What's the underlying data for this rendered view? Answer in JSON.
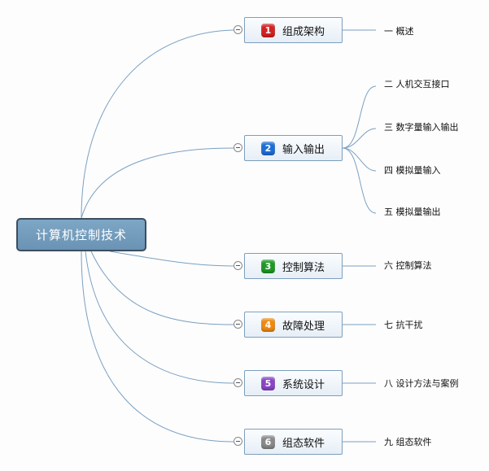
{
  "root": {
    "label": "计算机控制技术"
  },
  "branches": [
    {
      "num": "1",
      "label": "组成架构",
      "color": "#d42222",
      "leaves": [
        "一 概述"
      ]
    },
    {
      "num": "2",
      "label": "输入输出",
      "color": "#1d6fd8",
      "leaves": [
        "二 人机交互接口",
        "三 数字量输入输出",
        "四 模拟量输入",
        "五 模拟量输出"
      ]
    },
    {
      "num": "3",
      "label": "控制算法",
      "color": "#1e9a24",
      "leaves": [
        "六 控制算法"
      ]
    },
    {
      "num": "4",
      "label": "故障处理",
      "color": "#f08a12",
      "leaves": [
        "七 抗干扰"
      ]
    },
    {
      "num": "5",
      "label": "系统设计",
      "color": "#8a45c8",
      "leaves": [
        "八 设计方法与案例"
      ]
    },
    {
      "num": "6",
      "label": "组态软件",
      "color": "#8a8a8a",
      "leaves": [
        "九 组态软件"
      ]
    }
  ],
  "connector_color": "#7aa0c2"
}
